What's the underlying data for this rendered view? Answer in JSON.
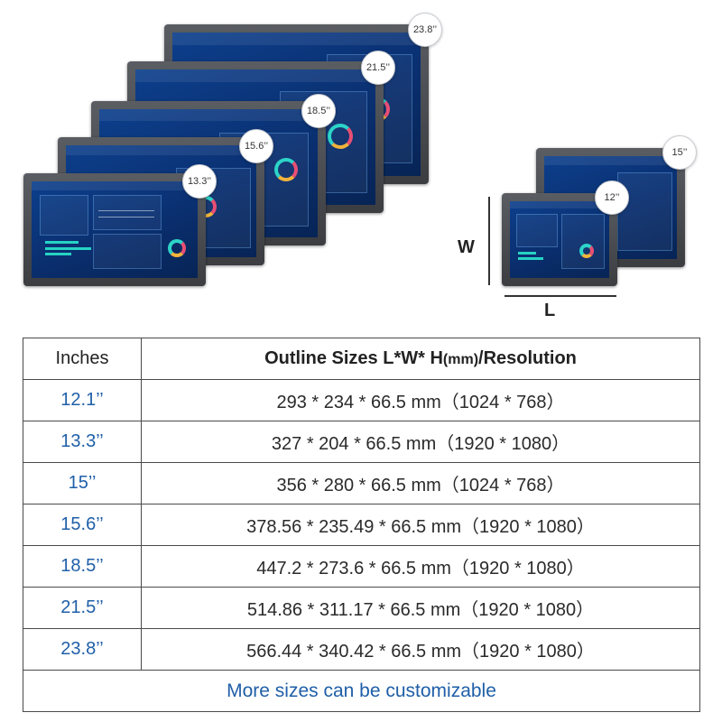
{
  "badges": {
    "b238": "23.8’’",
    "b215": "21.5’’",
    "b185": "18.5’’",
    "b156": "15.6’’",
    "b133": "13.3’’",
    "b15": "15’’",
    "b12": "12’’"
  },
  "dimensions": {
    "width_label": "W",
    "length_label": "L"
  },
  "table": {
    "header_inches": "Inches",
    "header_outline": "Outline Sizes L*W* H",
    "header_unit": "(mm)",
    "header_resolution": "/Resolution",
    "rows": [
      {
        "inches": "12.1’’",
        "size": "293 * 234 * 66.5 mm（1024 * 768）"
      },
      {
        "inches": "13.3’’",
        "size": "327 * 204 * 66.5 mm（1920 * 1080）"
      },
      {
        "inches": "15’’",
        "size": "356 * 280 * 66.5 mm（1024 * 768）"
      },
      {
        "inches": "15.6’’",
        "size": "378.56 * 235.49 * 66.5 mm（1920 * 1080）"
      },
      {
        "inches": "18.5’’",
        "size": "447.2 * 273.6 * 66.5 mm（1920 * 1080）"
      },
      {
        "inches": "21.5’’",
        "size": "514.86 * 311.17 * 66.5 mm（1920 * 1080）"
      },
      {
        "inches": "23.8’’",
        "size": "566.44 * 340.42 * 66.5 mm（1920 * 1080）"
      }
    ],
    "footer": "More sizes can be customizable"
  }
}
